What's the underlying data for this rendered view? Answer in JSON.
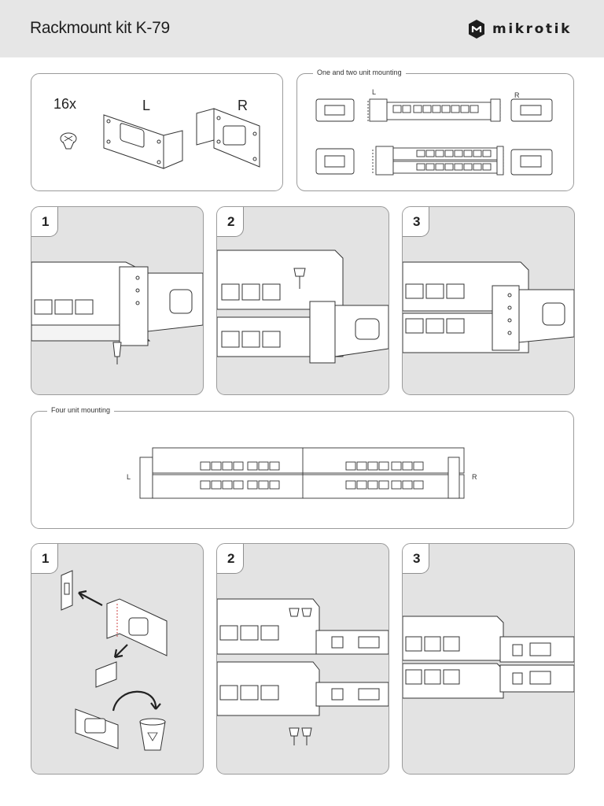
{
  "header": {
    "title": "Rackmount kit K-79",
    "logo_text": "mikrotik"
  },
  "parts": {
    "screw_count": "16x",
    "left_label": "L",
    "right_label": "R"
  },
  "one_two_unit": {
    "legend": "One and two unit mounting",
    "left_label": "L",
    "right_label": "R"
  },
  "four_unit": {
    "legend": "Four unit mounting",
    "left_label": "L",
    "right_label": "R"
  },
  "steps_top": [
    "1",
    "2",
    "3"
  ],
  "steps_bottom": [
    "1",
    "2",
    "3"
  ],
  "icons": [
    "mikrotik-logo-icon",
    "screw-icon",
    "bracket-icon",
    "recycle-bin-icon",
    "arrow-icon"
  ]
}
